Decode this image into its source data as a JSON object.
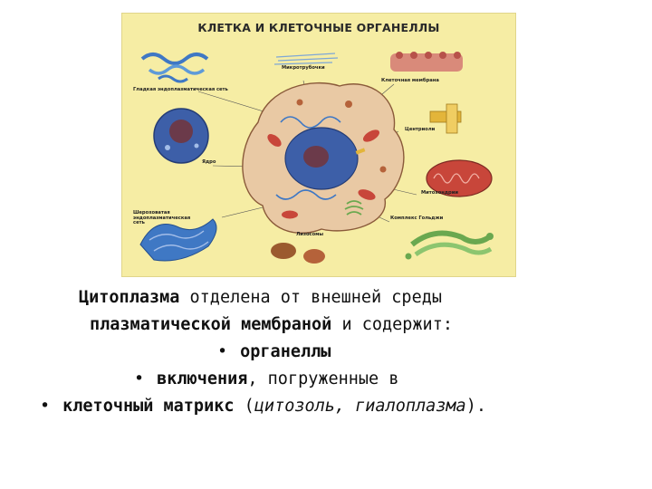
{
  "poster": {
    "title": "КЛЕТКА И КЛЕТОЧНЫЕ ОРГАНЕЛЛЫ",
    "labels": {
      "microtubules": "Микротрубочки",
      "smooth_er": "Гладкая эндоплазматическая сеть",
      "cell_membrane": "Клеточная мембрана",
      "centrioles": "Центриоли",
      "nucleus": "Ядро",
      "mitochondria": "Митохондрии",
      "rough_er": "Шероховатая эндоплазматическая сеть",
      "golgi": "Комплекс Гольджи",
      "lysosomes": "Лизосомы"
    }
  },
  "text": {
    "line1_bold": "Цитоплазма",
    "line1_rest": " отделена от внешней среды",
    "line2_bold": "плазматической мембраной",
    "line2_rest": " и содержит:",
    "bullet": "•",
    "item1_bold": "органеллы",
    "item2_bold": "включения",
    "item2_rest": ", погруженные в",
    "item3_bold": "клеточный матрикс",
    "item3_open": " (",
    "item3_italic": "цитозоль, гиалоплазма",
    "item3_close": ")."
  },
  "colors": {
    "poster_bg": "#f6eda4",
    "cell_fill": "#e9c9a4",
    "nucleus": "#3d5fa8",
    "nucleolus": "#6b3a4a",
    "mitochondria": "#c8463a",
    "er_blue": "#3f78c4",
    "golgi_green": "#6aa84f",
    "centriole": "#e3b53a"
  }
}
